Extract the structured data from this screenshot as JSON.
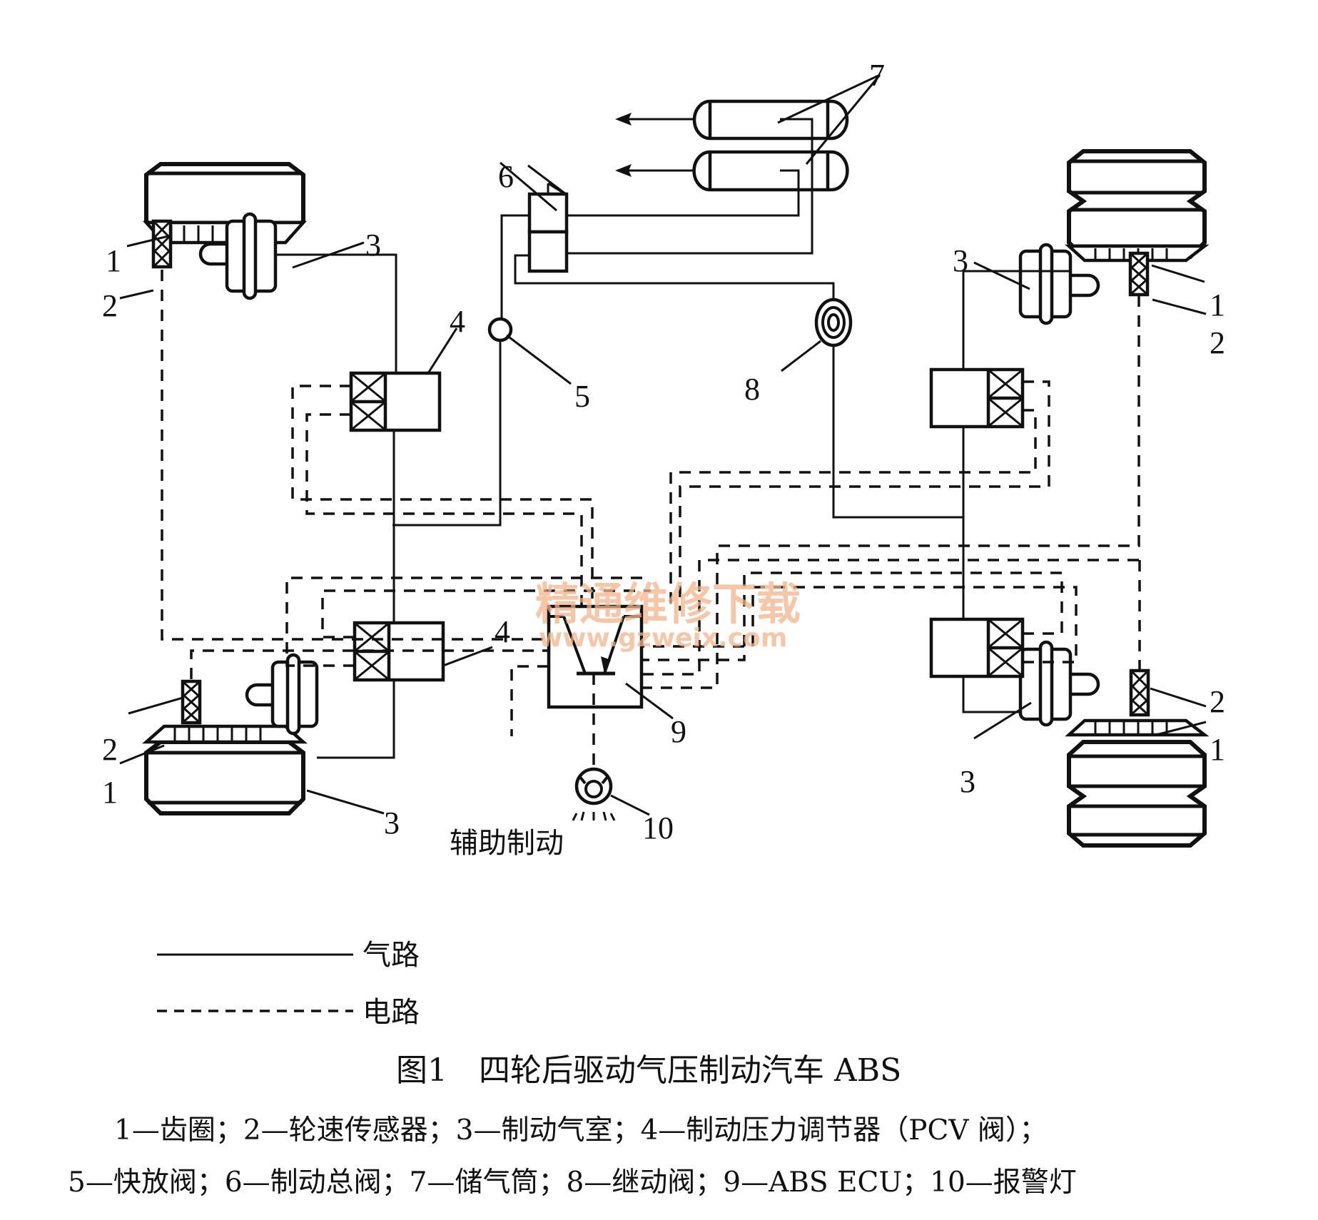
{
  "figure": {
    "title": "图1　四轮后驱动气压制动汽车 ABS",
    "parts_line_1": "1—齿圈；2—轮速传感器；3—制动气室；4—制动压力调节器（PCV 阀）；",
    "parts_line_2": "5—快放阀；6—制动总阀；7—储气筒；8—继动阀；9—ABS ECU；10—报警灯"
  },
  "legend": {
    "air_circuit": "气路",
    "electric_circuit": "电路"
  },
  "labels": {
    "auxiliary_brake": "辅助制动"
  },
  "callouts": {
    "tone_ring": "1",
    "wheel_speed_sensor": "2",
    "brake_chamber": "3",
    "pressure_modulator": "4",
    "quick_release_valve": "5",
    "brake_master_valve": "6",
    "air_reservoir": "7",
    "relay_valve": "8",
    "abs_ecu": "9",
    "warning_lamp": "10"
  },
  "components": [
    {
      "id": 1,
      "name": "齿圈"
    },
    {
      "id": 2,
      "name": "轮速传感器"
    },
    {
      "id": 3,
      "name": "制动气室"
    },
    {
      "id": 4,
      "name": "制动压力调节器（PCV 阀）"
    },
    {
      "id": 5,
      "name": "快放阀"
    },
    {
      "id": 6,
      "name": "制动总阀"
    },
    {
      "id": 7,
      "name": "储气筒"
    },
    {
      "id": 8,
      "name": "继动阀"
    },
    {
      "id": 9,
      "name": "ABS ECU"
    },
    {
      "id": 10,
      "name": "报警灯"
    }
  ],
  "watermark": {
    "text": "精通维修下载",
    "url": "www.gzweix.com",
    "color": "#f2b48a"
  }
}
